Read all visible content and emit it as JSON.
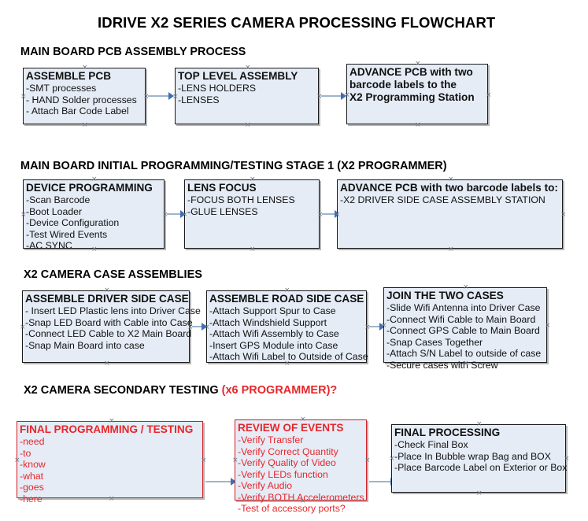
{
  "document": {
    "title": "IDRIVE X2  SERIES CAMERA PROCESSING FLOWCHART"
  },
  "sections": [
    {
      "id": "main-board-pcb-assembly-process",
      "heading": "MAIN BOARD PCB ASSEMBLY PROCESS",
      "heading_accent": "",
      "nodes": [
        {
          "id": "assemble-pcb",
          "heading": "ASSEMBLE PCB",
          "items": [
            "-SMT processes",
            "- HAND Solder processes",
            "- Attach Bar Code Label"
          ],
          "color": "black"
        },
        {
          "id": "top-level-assembly",
          "heading": "TOP LEVEL ASSEMBLY",
          "items": [
            "-LENS HOLDERS",
            "-LENSES"
          ],
          "color": "black"
        },
        {
          "id": "advance-pcb-programming-station",
          "heading": "ADVANCE PCB with two",
          "head_lines": [
            "ADVANCE PCB with two",
            "barcode labels to the",
            " X2 Programming Station"
          ],
          "items": [],
          "color": "black"
        }
      ]
    },
    {
      "id": "main-board-initial-programming",
      "heading": "MAIN BOARD INITIAL PROGRAMMING/TESTING STAGE 1 (X2 PROGRAMMER)",
      "heading_accent": "",
      "nodes": [
        {
          "id": "device-programming",
          "heading": "DEVICE PROGRAMMING",
          "items": [
            "-Scan Barcode",
            "-Boot Loader",
            "-Device Configuration",
            "-Test Wired Events",
            "-AC SYNC"
          ],
          "color": "black"
        },
        {
          "id": "lens-focus",
          "heading": "LENS FOCUS",
          "items": [
            "-FOCUS BOTH LENSES",
            "-GLUE LENSES"
          ],
          "color": "black"
        },
        {
          "id": "advance-pcb-driver-side-case",
          "heading": "ADVANCE PCB with two barcode labels to:",
          "items": [
            "-X2 DRIVER  SIDE  CASE  ASSEMBLY STATION"
          ],
          "color": "black"
        }
      ]
    },
    {
      "id": "x2-camera-case-assemblies",
      "heading": "X2 CAMERA CASE ASSEMBLIES",
      "heading_accent": "",
      "nodes": [
        {
          "id": "assemble-driver-side-case",
          "heading": "ASSEMBLE DRIVER SIDE CASE",
          "items": [
            "- Insert LED Plastic lens into Driver Case",
            "-Snap LED Board with Cable into Case",
            "-Connect LED Cable to X2 Main Board",
            "-Snap Main Board into case"
          ],
          "color": "black"
        },
        {
          "id": "assemble-road-side-case",
          "heading": "ASSEMBLE ROAD SIDE CASE",
          "items": [
            "-Attach Support Spur to Case",
            "-Attach Windshield Support",
            "-Attach Wifi Assembly to Case",
            "-Insert GPS Module into Case",
            "-Attach Wifi Label to Outside of Case"
          ],
          "color": "black"
        },
        {
          "id": "join-the-two-cases",
          "heading": "JOIN THE TWO CASES",
          "items": [
            "-Slide Wifi Antenna into Driver Case",
            "-Connect Wifi Cable to Main Board",
            "-Connect GPS Cable to Main Board",
            "-Snap Cases Together",
            "-Attach S/N Label to outside of case",
            "-Secure cases with Screw"
          ],
          "color": "black"
        }
      ]
    },
    {
      "id": "x2-camera-secondary-testing",
      "heading": "X2 CAMERA SECONDARY TESTING ",
      "heading_accent": "(x6 PROGRAMMER)?",
      "nodes": [
        {
          "id": "final-programming-testing",
          "heading": "FINAL PROGRAMMING / TESTING",
          "items": [
            "-need",
            "-to",
            "-know",
            "-what",
            "-goes",
            "-here"
          ],
          "color": "red"
        },
        {
          "id": "review-of-events",
          "heading": "REVIEW OF EVENTS",
          "items": [
            "-Verify Transfer",
            "-Verify Correct Quantity",
            "-Verify Quality of Video",
            "-Verify LEDs function",
            "-Verify Audio",
            "-Verify BOTH Accelerometers",
            "-Test of accessory ports?"
          ],
          "color": "red"
        },
        {
          "id": "final-processing",
          "heading": "FINAL PROCESSING",
          "items": [
            " -Check Final Box",
            "-Place In Bubble wrap Bag and BOX",
            "-Place Barcode Label on Exterior or Box"
          ],
          "color": "black"
        }
      ]
    }
  ],
  "colors": {
    "node_fill": "#e5ecf6",
    "node_border": "#1a1a1a",
    "node_border_red": "#cf2027",
    "accent_red": "#e8262a",
    "connector_line": "#9fb4cc",
    "connector_arrow": "#3f6fb5"
  }
}
